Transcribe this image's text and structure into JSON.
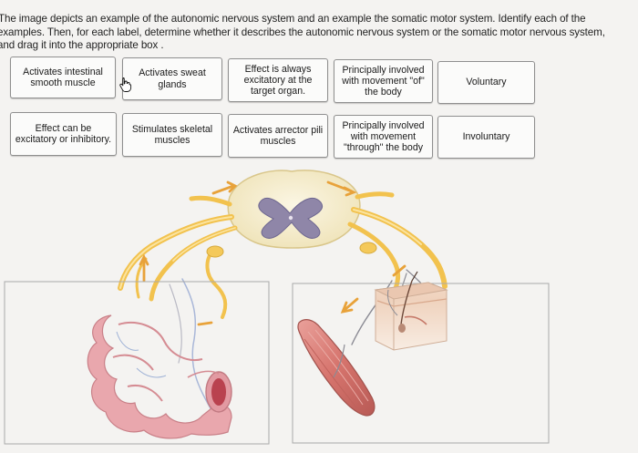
{
  "instructions": {
    "line1": "The image depicts an example of the autonomic nervous system and an example the somatic motor system. Identify each of the",
    "line2": "examples. Then, for each label, determine whether it describes the autonomic nervous system or the somatic motor nervous system,",
    "line3": "and drag it into the appropriate box ."
  },
  "labels": [
    {
      "text": "Activates intestinal smooth muscle"
    },
    {
      "text": "Activates sweat glands"
    },
    {
      "text": "Effect is always excitatory at the target organ."
    },
    {
      "text": "Principally involved with movement \"of\" the body"
    },
    {
      "text": "Voluntary"
    },
    {
      "text": "Effect can be excitatory or inhibitory."
    },
    {
      "text": "Stimulates skeletal muscles"
    },
    {
      "text": "Activates arrector pili muscles"
    },
    {
      "text": "Principally involved with movement \"through\" the body"
    },
    {
      "text": "Involuntary"
    }
  ],
  "colors": {
    "nerve": "#f2c24e",
    "spinal_cord": "#f5edd2",
    "gray_matter": "#8f86a8",
    "intestine": "#e9a7ad",
    "muscle": "#d97a74",
    "skin": "#f0d7c3"
  }
}
